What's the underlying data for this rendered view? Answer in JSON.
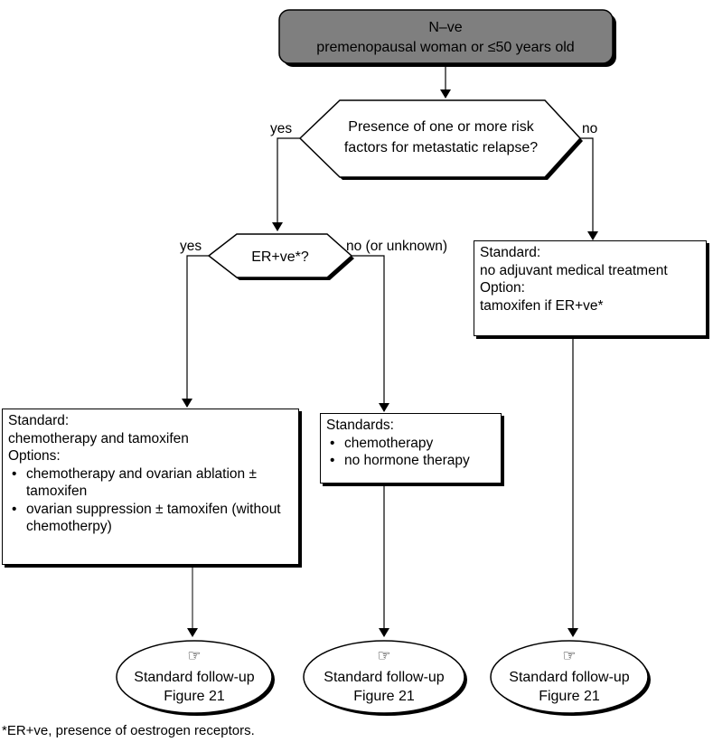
{
  "top": {
    "line1": "N–ve",
    "line2": "premenopausal woman or ≤50 years old"
  },
  "decision1": {
    "line1": "Presence of one or more risk",
    "line2": "factors for metastatic relapse?",
    "yes_label": "yes",
    "no_label": "no"
  },
  "decision2": {
    "text": "ER+ve*?",
    "yes_label": "yes",
    "no_label": "no (or unknown)"
  },
  "box_no_risk": {
    "heading": "Standard:",
    "standard": "no adjuvant medical treatment",
    "options_heading": "Option:",
    "option": "tamoxifen if ER+ve*"
  },
  "box_er_positive": {
    "heading": "Standard:",
    "standard": "chemotherapy and tamoxifen",
    "options_heading": "Options:",
    "options": [
      "chemotherapy and ovarian ablation ± tamoxifen",
      "ovarian suppression ± tamoxifen (without chemotherpy)"
    ]
  },
  "box_er_negative": {
    "heading": "Standards:",
    "items": [
      "chemotherapy",
      "no  hormone therapy"
    ]
  },
  "followups": [
    {
      "icon": "☞",
      "line1": "Standard follow-up",
      "line2": "Figure 21"
    },
    {
      "icon": "☞",
      "line1": "Standard follow-up",
      "line2": "Figure 21"
    },
    {
      "icon": "☞",
      "line1": "Standard follow-up",
      "line2": "Figure 21"
    }
  ],
  "footnote": "*ER+ve, presence of oestrogen receptors.",
  "colors": {
    "start_fill": "#7f7f7f",
    "line": "#000000",
    "box_fill": "#ffffff"
  }
}
